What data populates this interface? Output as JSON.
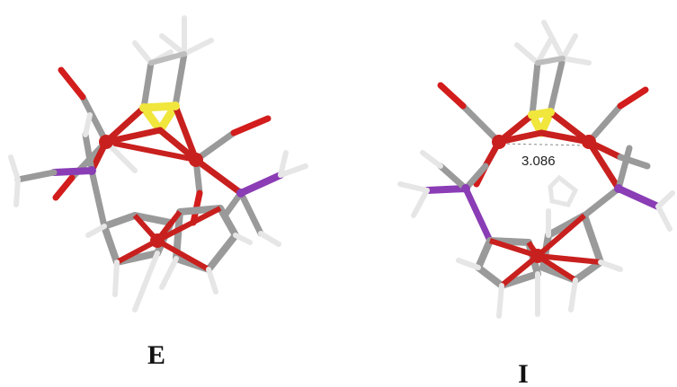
{
  "panels": [
    {
      "label": "E"
    },
    {
      "label": "I",
      "distance_annotation": "3.086"
    }
  ],
  "colors": {
    "background": "#ffffff",
    "iron": "#c8201e",
    "sulfur": "#f0e63c",
    "phosphorus": "#8a3db5",
    "oxygen": "#d31c1c",
    "carbon": "#8a8a8a",
    "hydrogen": "#e6e6e6"
  }
}
